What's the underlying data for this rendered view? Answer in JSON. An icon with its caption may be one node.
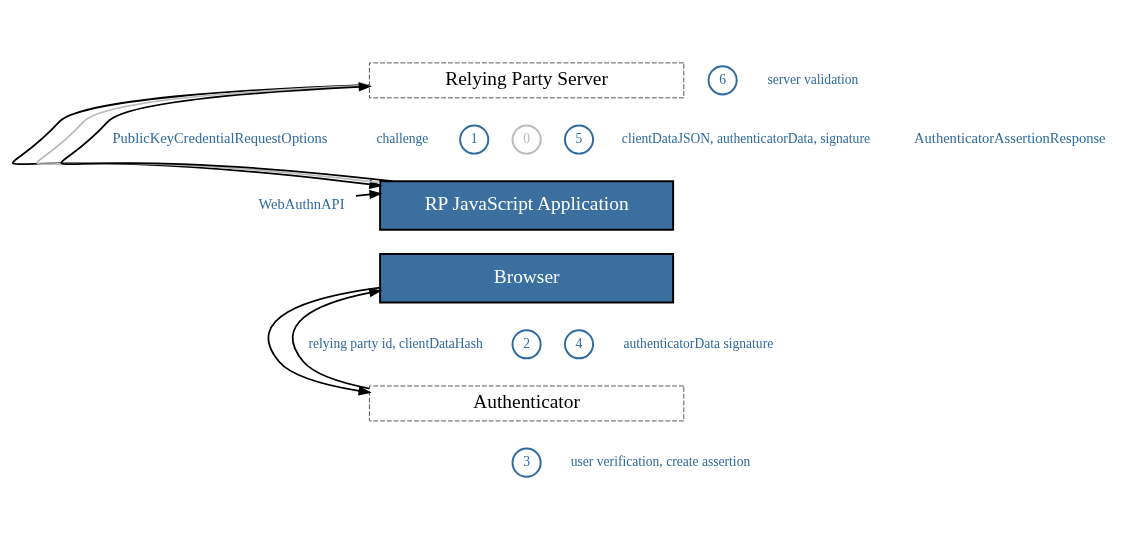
{
  "diagram": {
    "nodes": [
      {
        "text": [
          "Relying Party Server"
        ]
      },
      {
        "text": [
          "6"
        ],
        "beside": [
          "server validation"
        ]
      },
      {
        "text": [
          "1"
        ],
        "beside": [
          "challenge"
        ]
      },
      {
        "text": [
          "0"
        ]
      },
      {
        "text": [
          "5"
        ],
        "beside": [
          "clientDataJSON, authenticatorData, signature"
        ]
      },
      {
        "text": [
          "WebAuthnAPI"
        ]
      },
      {
        "text": [
          "RP JavaScript Application"
        ]
      },
      {
        "text": [
          "Browser"
        ]
      },
      {
        "text": [
          "2"
        ],
        "beside": [
          "relying party id, clientDataHash"
        ]
      },
      {
        "text": [
          "4"
        ],
        "beside": [
          "authenticatorData signature"
        ]
      },
      {
        "text": [
          "Authenticator"
        ]
      },
      {
        "text": [
          "3"
        ],
        "beside": [
          "user verification, create assertion"
        ]
      }
    ],
    "edges": [
      {
        "from": 0,
        "to": 6,
        "arrow": "to"
      },
      {
        "from": 6,
        "to": 0,
        "arrow": "to",
        "color": "#bbbbbb"
      },
      {
        "from": 6,
        "to": 0,
        "arrow": "to"
      },
      {
        "from": 5,
        "to": 6,
        "arrow": "to"
      },
      {
        "from": 7,
        "to": 10,
        "arrow": "to"
      },
      {
        "from": 10,
        "to": 7,
        "arrow": "to"
      }
    ],
    "labels": [
      "PublicKeyCredentialRequestOptions",
      "AuthenticatorAssertionResponse"
    ]
  }
}
